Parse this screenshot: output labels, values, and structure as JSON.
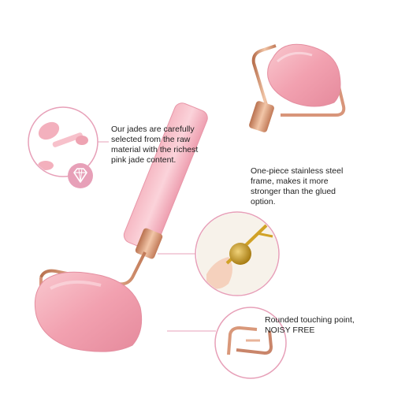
{
  "captions": {
    "jade": "Our jades are carefully selected from the raw material with the richest pink jade content.",
    "frame": "One-piece stainless steel frame, makes it more stronger than the glued option.",
    "rounded": "Rounded touching point, NOISY FREE"
  },
  "colors": {
    "accent_pink": "#e7a0b8",
    "jade_pink": "#f4a7b5",
    "rose_gold": "#d9987a",
    "gold": "#c9a227"
  },
  "icons": [
    "gem-icon"
  ]
}
